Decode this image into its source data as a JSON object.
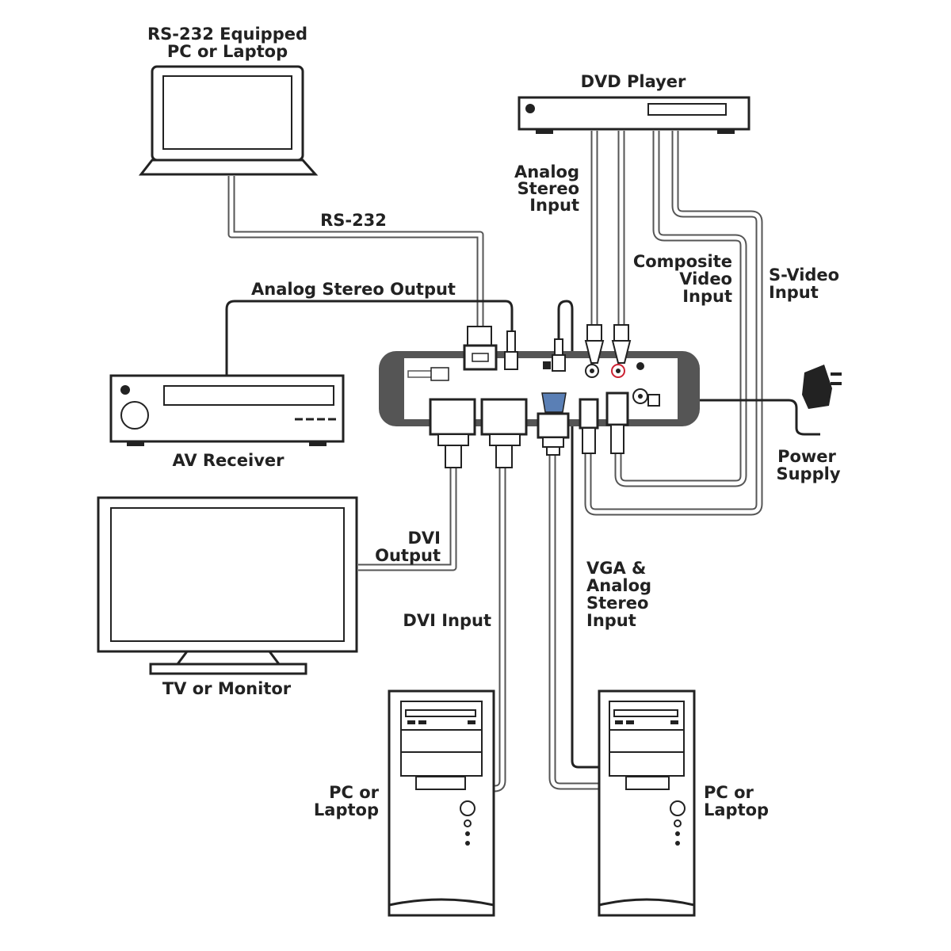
{
  "labels": {
    "rs232_pc_line1": "RS-232 Equipped",
    "rs232_pc_line2": "PC or Laptop",
    "rs232": "RS-232",
    "dvd_player": "DVD Player",
    "analog_stereo_input_line1": "Analog",
    "analog_stereo_input_line2": "Stereo",
    "analog_stereo_input_line3": "Input",
    "analog_stereo_output": "Analog Stereo Output",
    "composite_line1": "Composite",
    "composite_line2": "Video",
    "composite_line3": "Input",
    "svideo_line1": "S-Video",
    "svideo_line2": "Input",
    "av_receiver": "AV Receiver",
    "power_supply_line1": "Power",
    "power_supply_line2": "Supply",
    "dvi_output_line1": "DVI",
    "dvi_output_line2": "Output",
    "tv_monitor": "TV or Monitor",
    "dvi_input": "DVI Input",
    "vga_line1": "VGA &",
    "vga_line2": "Analog",
    "vga_line3": "Stereo",
    "vga_line4": "Input",
    "pc_left_line1": "PC or",
    "pc_left_line2": "Laptop",
    "pc_right_line1": "PC or",
    "pc_right_line2": "Laptop"
  },
  "colors": {
    "line": "#222222",
    "cable": "#555555",
    "panel": "#555555",
    "background": "#ffffff"
  }
}
